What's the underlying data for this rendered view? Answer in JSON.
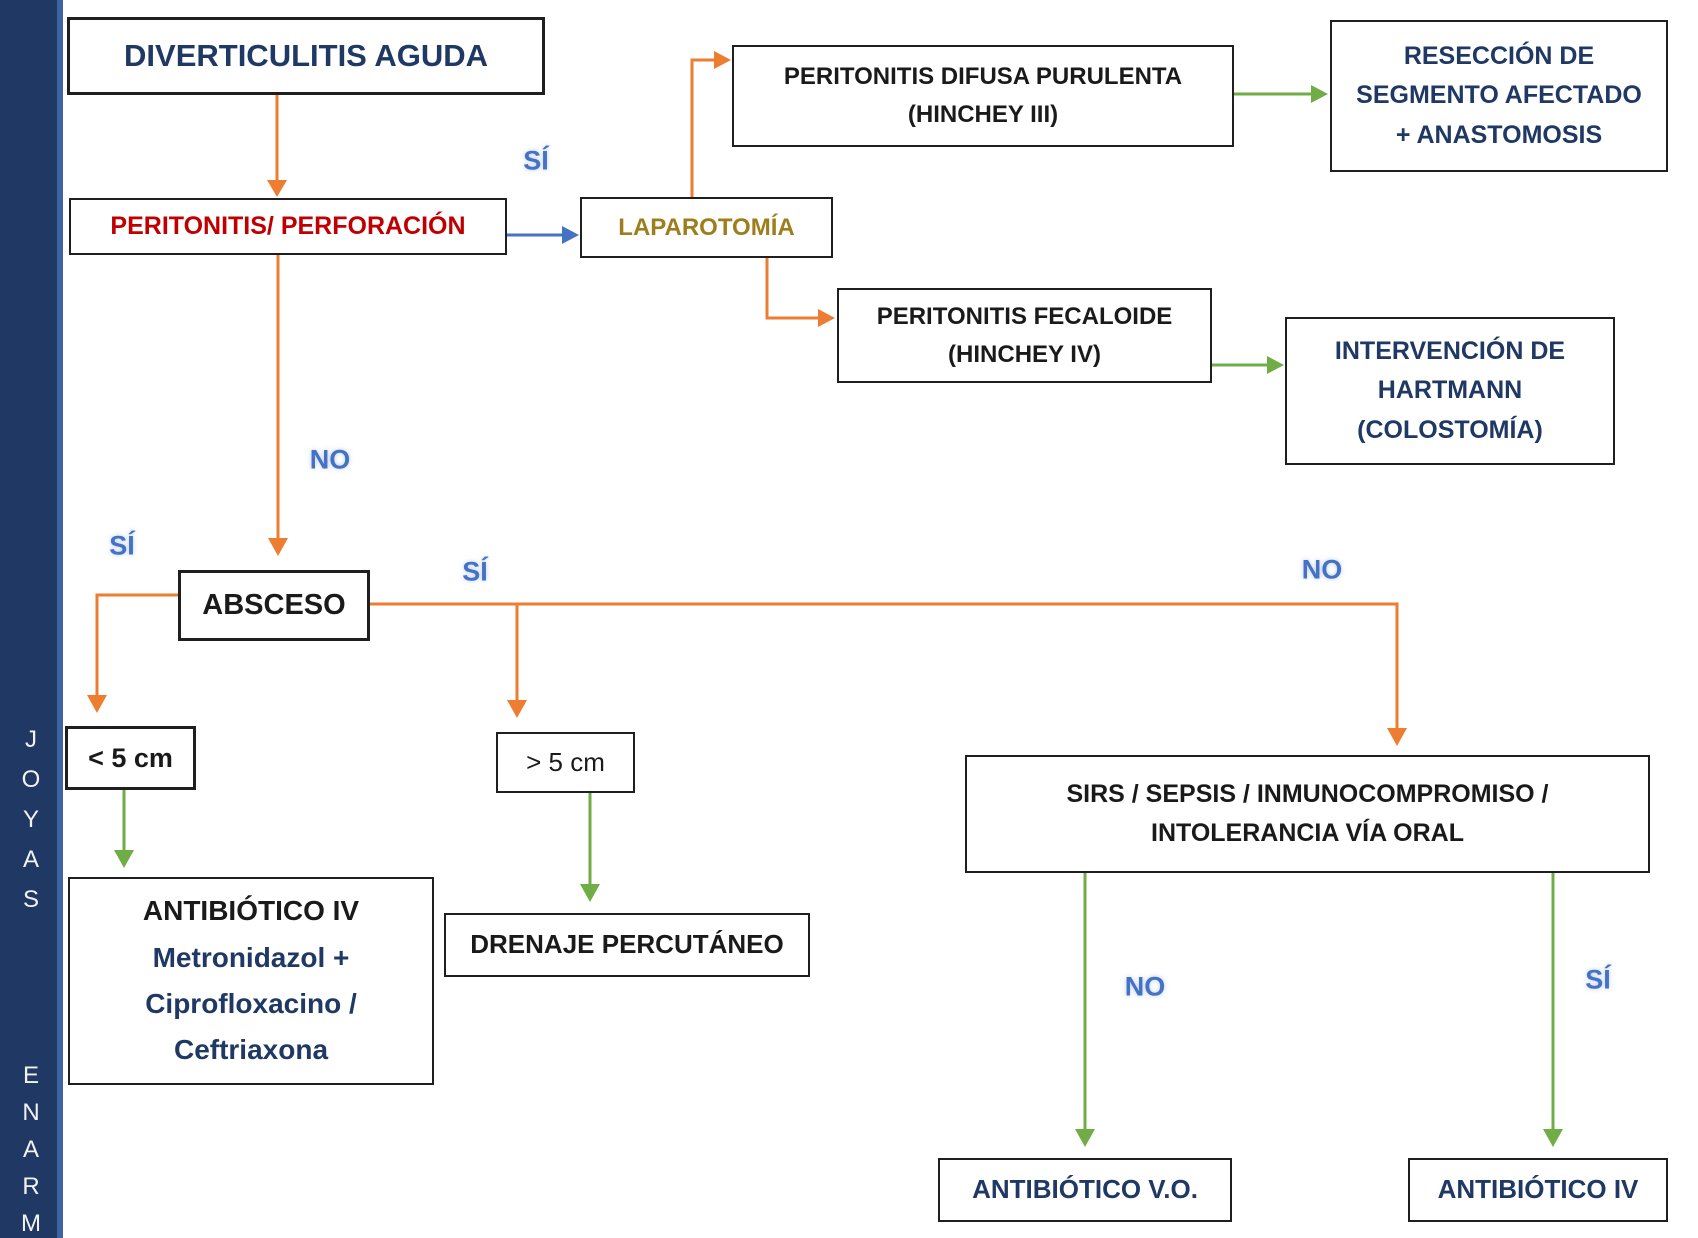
{
  "sidebar": {
    "watermark_top": "JOYAS",
    "watermark_bottom": "ENARM"
  },
  "colors": {
    "sidebar": "#203864",
    "sidebar_edge": "#3D63A5",
    "arrow_orange": "#ED7D31",
    "arrow_green": "#70AD47",
    "arrow_blue": "#4472C4",
    "label_blue": "#4472C4",
    "text_navy": "#1F3864",
    "text_red": "#C00000",
    "text_gold": "#9E7E1C",
    "text_black": "#1A1A1A"
  },
  "nodes": {
    "title": "DIVERTICULITIS AGUDA",
    "peritonitis": "PERITONITIS/ PERFORACIÓN",
    "laparotomia": "LAPAROTOMÍA",
    "hinchey3": "PERITONITIS DIFUSA PURULENTA\n(HINCHEY III)",
    "reseccion": "RESECCIÓN DE\nSEGMENTO AFECTADO\n+ ANASTOMOSIS",
    "hinchey4": "PERITONITIS FECALOIDE\n(HINCHEY IV)",
    "hartmann": "INTERVENCIÓN DE\nHARTMANN\n(COLOSTOMÍA)",
    "absceso": "ABSCESO",
    "menor5": "< 5 cm",
    "mayor5": "> 5 cm",
    "antibiotico_iv_titulo": "ANTIBIÓTICO IV",
    "antibiotico_iv_detalle": "Metronidazol +\nCiprofloxacino /\nCeftriaxona",
    "drenaje": "DRENAJE PERCUTÁNEO",
    "sirs": "SIRS / SEPSIS / INMUNOCOMPROMISO /\nINTOLERANCIA VÍA ORAL",
    "antibiotico_vo": "ANTIBIÓTICO V.O.",
    "antibiotico_iv": "ANTIBIÓTICO IV"
  },
  "edge_labels": {
    "si_top": "SÍ",
    "no_main": "NO",
    "si_absceso_left": "SÍ",
    "si_absceso_right": "SÍ",
    "no_absceso_right": "NO",
    "no_sirs": "NO",
    "si_sirs": "SÍ"
  }
}
